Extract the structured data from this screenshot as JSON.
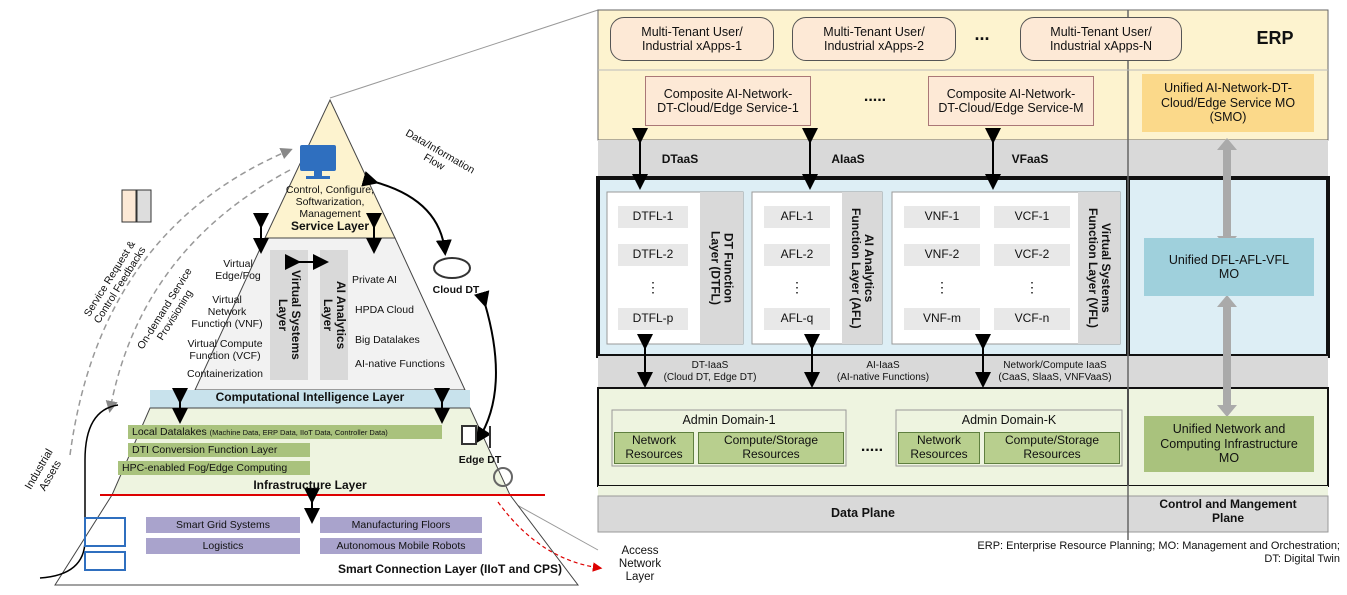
{
  "pyramid": {
    "service_layer": {
      "title": "Service Layer",
      "desc": "Control, Configure,\nSoftwarization,\nManagement"
    },
    "vsl": {
      "title": "Virtual Systems\nLayer",
      "items": [
        "Virtual\nEdge/Fog",
        "Virtual\nNetwork\nFunction (VNF)",
        "Virtual Compute\nFunction (VCF)",
        "Containerization"
      ]
    },
    "aal": {
      "title": "AI Analytics\nLayer",
      "items": [
        "Private AI",
        "HPDA Cloud",
        "Big Datalakes",
        "AI-native Functions"
      ]
    },
    "cil_title": "Computational Intelligence Layer",
    "infra": {
      "title": "Infrastructure Layer",
      "item1_main": "Local Datalakes ",
      "item1_small": "(Machine Data, ERP Data, IIoT Data, Controller Data)",
      "item2": "DTI Conversion Function Layer",
      "item3": "HPC-enabled Fog/Edge Computing"
    },
    "smart": {
      "title": "Smart Connection Layer (IIoT and CPS)",
      "items": [
        "Smart Grid Systems",
        "Manufacturing Floors",
        "Logistics",
        "Autonomous Mobile Robots"
      ]
    },
    "cloud_dt": "Cloud DT",
    "edge_dt": "Edge DT",
    "data_flow": "Data/Information\nFlow",
    "service_request": "Service Request &\nControl Feedbacks",
    "on_demand": "On-demand Service\nProvisioning",
    "industrial_assets": "Industrial\nAssets",
    "access_network": "Access\nNetwork\nLayer"
  },
  "right": {
    "erp": "ERP",
    "apps": [
      "Multi-Tenant User/\nIndustrial xApps-1",
      "Multi-Tenant User/\nIndustrial xApps-2",
      "Multi-Tenant User/\nIndustrial xApps-N"
    ],
    "apps_ellipsis": "...",
    "services": [
      "Composite AI-Network-\nDT-Cloud/Edge Service-1",
      "Composite AI-Network-\nDT-Cloud/Edge Service-M"
    ],
    "services_ellipsis": ".....",
    "smo": "Unified AI-Network-DT-\nCloud/Edge Service MO\n(SMO)",
    "aas": [
      "DTaaS",
      "AIaaS",
      "VFaaS"
    ],
    "dtfl": {
      "items": [
        "DTFL-1",
        "DTFL-2",
        "⋮",
        "DTFL-p"
      ],
      "title": "DT Function\nLayer (DTFL)"
    },
    "afl": {
      "items": [
        "AFL-1",
        "AFL-2",
        "⋮",
        "AFL-q"
      ],
      "title": "AI Analytics\nFunction Layer (AFL)"
    },
    "vfl": {
      "vnf": [
        "VNF-1",
        "VNF-2",
        "⋮",
        "VNF-m"
      ],
      "vcf": [
        "VCF-1",
        "VCF-2",
        "⋮",
        "VCF-n"
      ],
      "title": "Virtual Systems\nFunction Layer (VFL)"
    },
    "unified_dfl": "Unified DFL-AFL-VFL\nMO",
    "iaas": [
      "DT-IaaS\n(Cloud DT, Edge DT)",
      "AI-IaaS\n(AI-native Functions)",
      "Network/Compute IaaS\n(CaaS, SlaaS, VNFVaaS)"
    ],
    "domains": [
      {
        "title": "Admin Domain-1",
        "res": [
          "Network\nResources",
          "Compute/Storage\nResources"
        ]
      },
      {
        "title": "Admin Domain-K",
        "res": [
          "Network\nResources",
          "Compute/Storage\nResources"
        ]
      }
    ],
    "domains_ellipsis": ".....",
    "unified_infra": "Unified Network and\nComputing Infrastructure\nMO",
    "data_plane": "Data Plane",
    "control_plane": "Control and Mangement\nPlane",
    "footnote": "ERP: Enterprise Resource Planning; MO: Management and Orchestration;\nDT: Digital Twin"
  },
  "colors": {
    "service": "#fdf3cf",
    "aas_band": "#d9d9d9",
    "function": "#ddeef5",
    "infra": "#eef4e0",
    "unified_dfl": "#9fd0dc",
    "unified_infra": "#a9c27d",
    "smo": "#fbd98a"
  }
}
